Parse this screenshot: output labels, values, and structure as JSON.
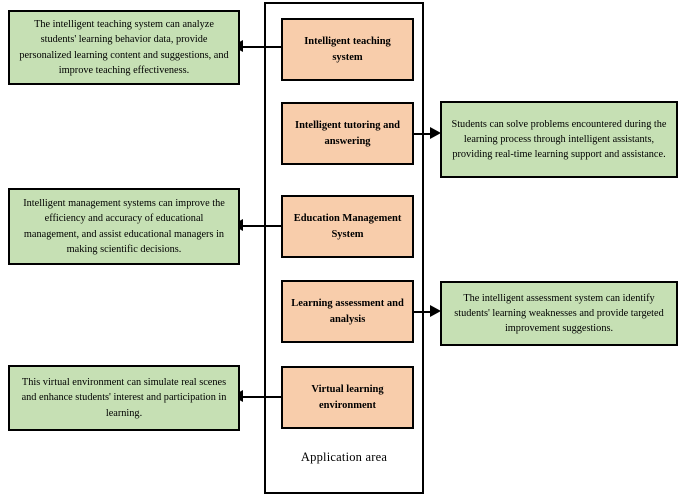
{
  "diagram": {
    "container": {
      "label": "Application area"
    },
    "rows": [
      {
        "core": "Intelligent teaching system",
        "side": "left",
        "description": "The intelligent teaching system can analyze students' learning behavior data, provide personalized learning content and suggestions, and improve teaching effectiveness."
      },
      {
        "core": "Intelligent tutoring and answering",
        "side": "right",
        "description": "Students can solve problems encountered during the learning process through intelligent assistants, providing real-time learning support and assistance."
      },
      {
        "core": "Education Management System",
        "side": "left",
        "description": "Intelligent management systems can improve the efficiency and accuracy of educational management, and assist educational managers in making scientific decisions."
      },
      {
        "core": "Learning assessment and analysis",
        "side": "right",
        "description": "The intelligent assessment system can identify students' learning weaknesses and provide targeted improvement suggestions."
      },
      {
        "core": "Virtual learning environment",
        "side": "left",
        "description": "This virtual environment can simulate real scenes and enhance students' interest and participation in learning."
      }
    ],
    "colors": {
      "core_fill": "#f8cdab",
      "description_fill": "#c6e0b4",
      "stroke": "#000000",
      "background": "#ffffff"
    }
  }
}
